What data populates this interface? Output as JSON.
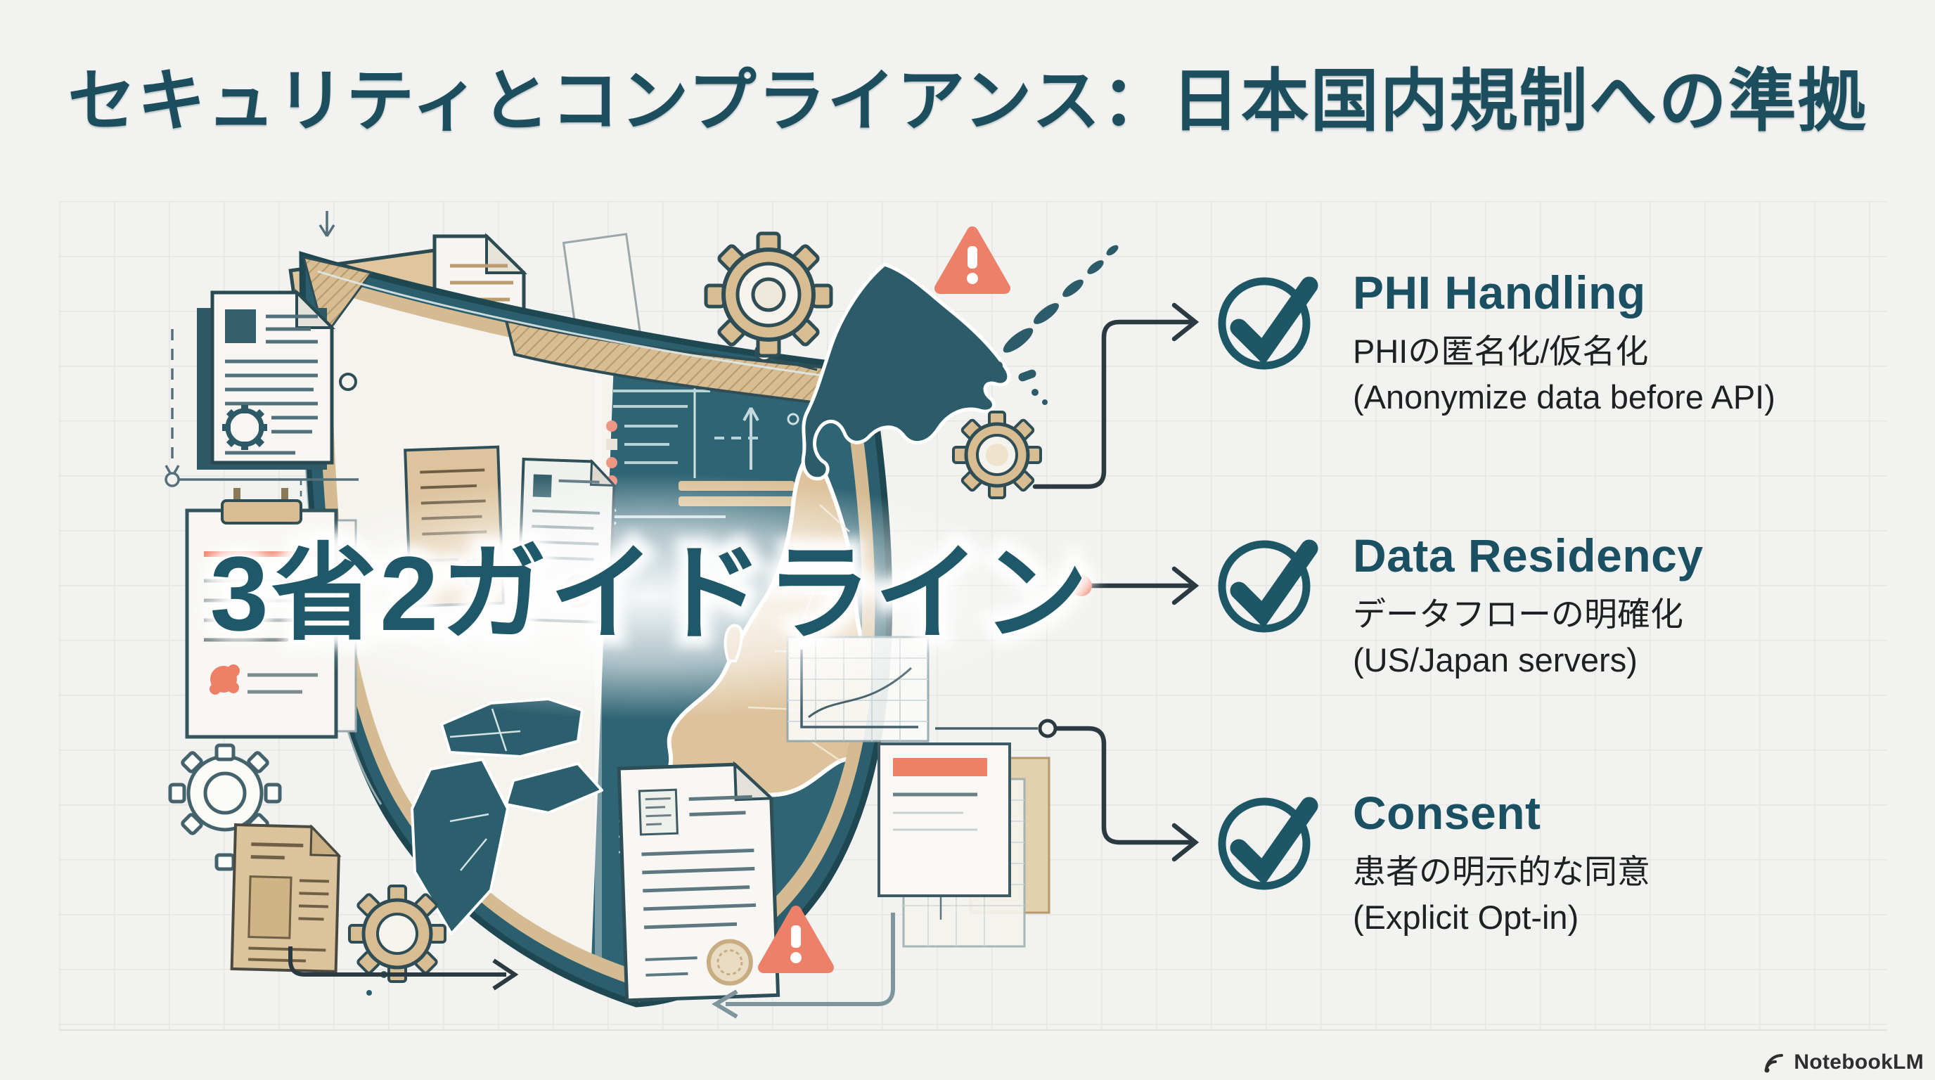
{
  "title": "セキュリティとコンプライアンス：日本国内規制への準拠",
  "shield": {
    "center_label": "3省2ガイドライン"
  },
  "checklist": [
    {
      "title": "PHI Handling",
      "subtitle_jp": "PHIの匿名化/仮名化",
      "subtitle_en": "(Anonymize data before API)"
    },
    {
      "title": "Data Residency",
      "subtitle_jp": "データフローの明確化",
      "subtitle_en": "(US/Japan servers)"
    },
    {
      "title": "Consent",
      "subtitle_jp": "患者の明示的な同意",
      "subtitle_en": "(Explicit Opt-in)"
    }
  ],
  "footer": {
    "brand": "NotebookLM"
  },
  "icons": {
    "warning_glyph": "!",
    "check_glyph": "✓"
  },
  "colors": {
    "background": "#f2f2f0",
    "title_teal": "#1c4e5e",
    "check_teal": "#1d5766",
    "shield_band_teal": "#2b5f6e",
    "shield_inner_teal": "#2f6474",
    "tan": "#d5bb91",
    "honshu_tan": "#ddc29b",
    "salmon_accent": "#ee8068",
    "text_dark": "#1d2123",
    "grid_line": "#e2e4e1"
  }
}
